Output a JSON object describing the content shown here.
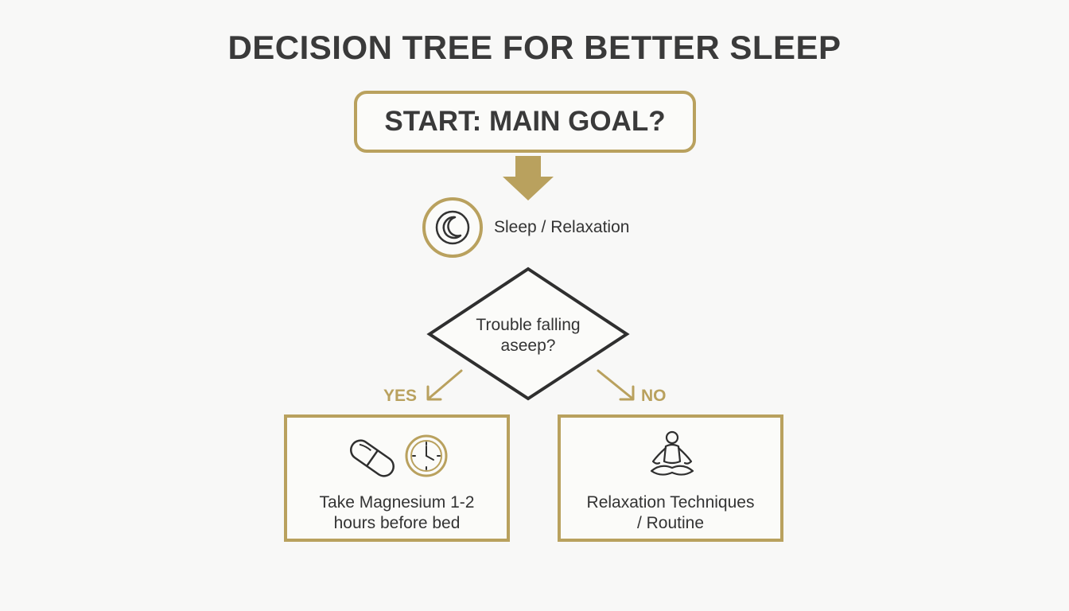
{
  "title": "DECISION TREE FOR BETTER SLEEP",
  "start": {
    "label": "START: MAIN GOAL?"
  },
  "goal": {
    "label": "Sleep / Relaxation",
    "icon": "moon-icon"
  },
  "question": {
    "line1": "Trouble falling",
    "line2": "aseep?"
  },
  "branches": {
    "yes": "YES",
    "no": "NO"
  },
  "outcomes": {
    "yes": {
      "line1": "Take Magnesium 1-2",
      "line2": "hours before bed",
      "icons": [
        "pill-icon",
        "clock-icon"
      ]
    },
    "no": {
      "line1": "Relaxation Techniques",
      "line2": "/ Routine",
      "icons": [
        "meditation-icon"
      ]
    }
  },
  "colors": {
    "accent": "#b9a15e",
    "text": "#333333",
    "background": "#f8f8f7"
  }
}
